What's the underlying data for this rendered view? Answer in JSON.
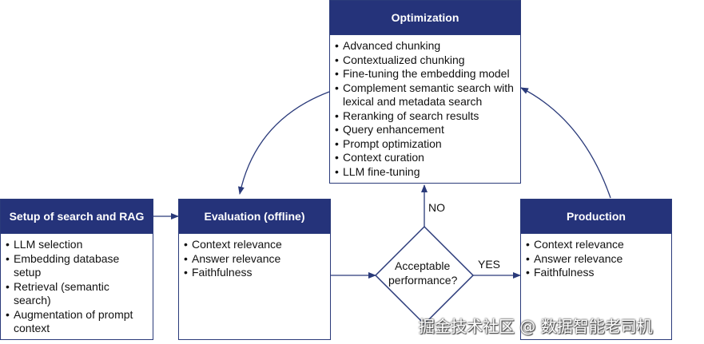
{
  "optimization": {
    "title": "Optimization",
    "items": [
      "Advanced chunking",
      "Contextualized chunking",
      "Fine-tuning the embedding model",
      "Complement semantic search with lexical and metadata search",
      "Reranking of search results",
      "Query enhancement",
      "Prompt optimization",
      "Context curation",
      "LLM fine-tuning"
    ]
  },
  "setup": {
    "title": "Setup of search and RAG",
    "items": [
      "LLM selection",
      "Embedding database setup",
      "Retrieval (semantic search)",
      "Augmentation of prompt context"
    ]
  },
  "evaluation": {
    "title": "Evaluation (offline)",
    "items": [
      "Context relevance",
      "Answer relevance",
      "Faithfulness"
    ]
  },
  "production": {
    "title": "Production",
    "items": [
      "Context relevance",
      "Answer relevance",
      "Faithfulness"
    ]
  },
  "decision": {
    "label_line1": "Acceptable",
    "label_line2": "performance?"
  },
  "labels": {
    "no": "NO",
    "yes": "YES"
  },
  "watermark": "掘金技术社区 @ 数据智能老司机",
  "colors": {
    "header": "#25337a",
    "border": "#2a3a7a",
    "arrow": "#2a3a7a"
  }
}
